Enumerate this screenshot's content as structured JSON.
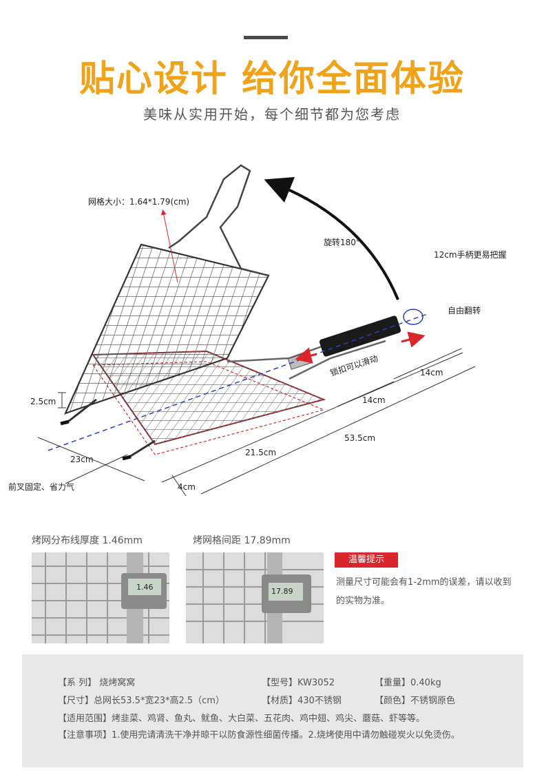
{
  "header": {
    "title": "贴心设计 给你全面体验",
    "subtitle": "美味从实用开始，每个细节都为您考虑"
  },
  "diagram": {
    "mesh_size": "网格大小：1.64*1.79(cm)",
    "rotate": "旋转180°",
    "handle": "12cm手柄更易把握",
    "flip": "自由翻转",
    "lock": "锁扣可以滑动",
    "height": "2.5cm",
    "width": "23cm",
    "front_fork": "前叉固定、省力气",
    "len_21_5": "21.5cm",
    "len_14a": "14cm",
    "len_14b": "14cm",
    "len_53_5": "53.5cm",
    "len_4": "4cm"
  },
  "measurements": {
    "wire_thickness": "烤网分布线厚度 1.46mm",
    "grid_spacing": "烤网格间距  17.89mm",
    "reading1": "1.46",
    "reading2": "17.89"
  },
  "tip": {
    "badge": "温馨提示",
    "text": "测量尺寸可能会有1-2mm的误差，请以收到的实物为准。"
  },
  "info": {
    "series": "【系 列】 烧烤窝窝",
    "model": "【型号】KW3052",
    "weight": "【重量】0.40kg",
    "size": "【尺寸】总网长53.5*宽23*高2.5（cm）",
    "material": "【材质】430不锈钢",
    "color": "【颜色】不锈钢原色",
    "usage": "【适用范围】烤韭菜、鸡肾、鱼丸、鱿鱼、大白菜、五花肉、鸡中翅、鸡尖、蘑菇、虾等等。",
    "notes": "【注意事项】1.使用完请清洗干净并晾干以防食源性细菌传播。2.烧烤使用中请勿触碰炭火以免烫伤。"
  },
  "colors": {
    "title": "#f0a318",
    "accent_red": "#d8262a",
    "guide_blue": "#2a3fbf",
    "panel": "#e8e8e8"
  }
}
